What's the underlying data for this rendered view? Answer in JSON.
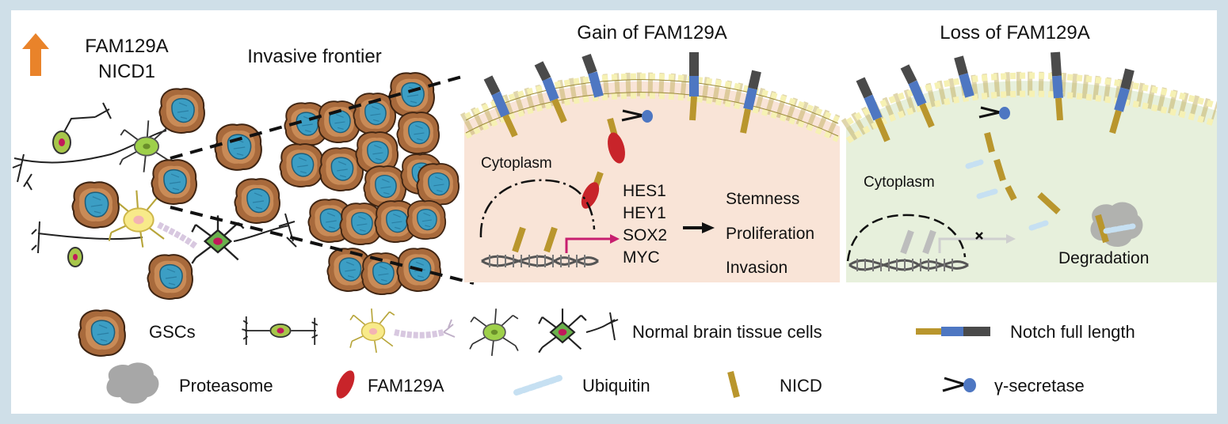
{
  "upregulation": {
    "arrow_color": "#e9832a",
    "markers": [
      "FAM129A",
      "NICD1"
    ]
  },
  "invasive_frontier": {
    "title": "Invasive frontier"
  },
  "gain_panel": {
    "title": "Gain of FAM129A",
    "cytoplasm_label": "Cytoplasm",
    "target_genes": [
      "HES1",
      "HEY1",
      "SOX2",
      "MYC"
    ],
    "outcomes": [
      "Stemness",
      "Proliferation",
      "Invasion"
    ],
    "background": "#f9e4d7"
  },
  "loss_panel": {
    "title": "Loss of FAM129A",
    "cytoplasm_label": "Cytoplasm",
    "degradation_label": "Degradation",
    "background": "#e7f0dc"
  },
  "legend": {
    "row1": {
      "gscs": "GSCs",
      "normal_cells": "Normal brain tissue cells",
      "notch_full_length": "Notch full length"
    },
    "row2": {
      "proteasome": "Proteasome",
      "fam129a": "FAM129A",
      "ubiquitin": "Ubiquitin",
      "nicd": "NICD",
      "gamma_secretase": "γ-secretase"
    }
  },
  "colors": {
    "gsc_outer": "#a86a3c",
    "gsc_nucleus": "#3c9ec4",
    "notch_dark": "#4a4a4a",
    "notch_blue": "#4e77c2",
    "nicd": "#b9962d",
    "fam129a": "#c8242a",
    "membrane_head": "#f6f1b4"
  }
}
